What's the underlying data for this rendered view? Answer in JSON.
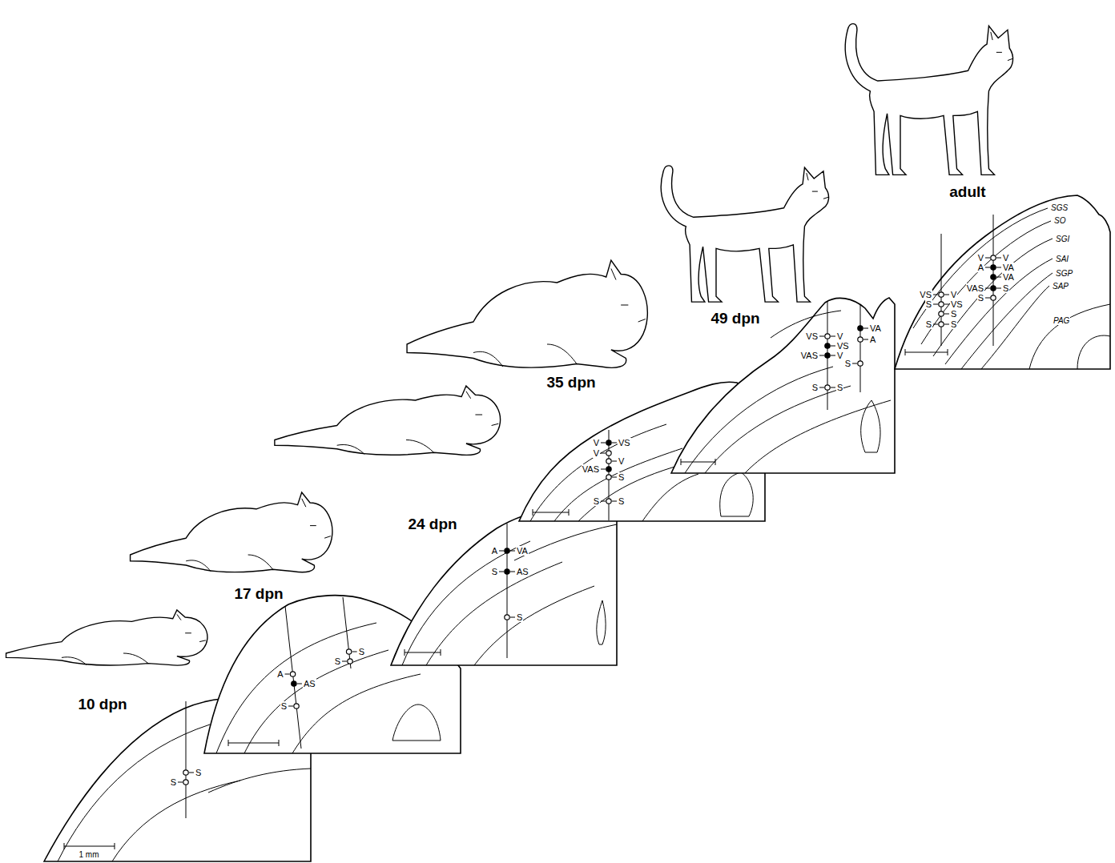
{
  "diagram": {
    "labels": [
      "10 dpn",
      "17 dpn",
      "24 dpn",
      "35 dpn",
      "49 dpn",
      "adult",
      "1 mm",
      "SGS",
      "SO",
      "SGI",
      "SAI",
      "SGP",
      "SAP",
      "PAG",
      "S",
      "S",
      "A",
      "AS",
      "S",
      "S",
      "S",
      "A",
      "VA",
      "S",
      "AS",
      "S",
      "V",
      "VS",
      "V",
      "V",
      "VAS",
      "S",
      "S",
      "S",
      "VS",
      "V",
      "VS",
      "VAS",
      "V",
      "S",
      "S",
      "VA",
      "A",
      "S",
      "VS",
      "V",
      "S",
      "VS",
      "S",
      "S",
      "S",
      "V",
      "V",
      "A",
      "VA",
      "VA",
      "VAS",
      "S",
      "S"
    ]
  }
}
